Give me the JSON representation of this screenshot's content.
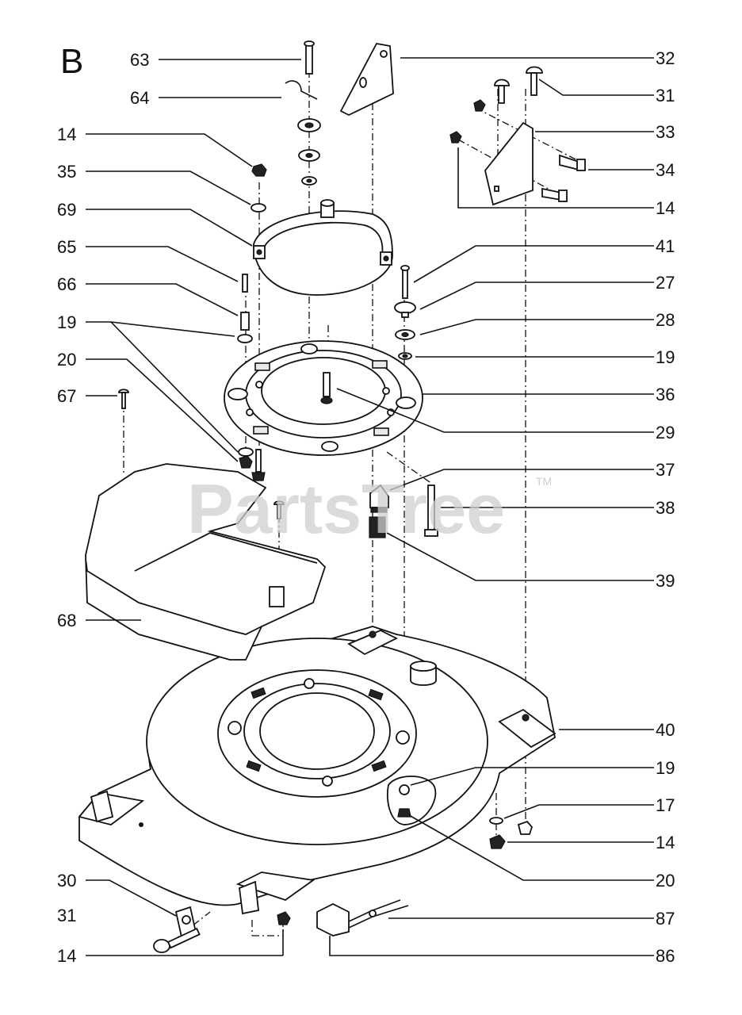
{
  "section_letter": "B",
  "watermark": {
    "text": "PartsTree",
    "trademark": "TM"
  },
  "labels_left": [
    "63",
    "64",
    "14",
    "35",
    "69",
    "65",
    "66",
    "19",
    "20",
    "67",
    "68",
    "30",
    "31",
    "14"
  ],
  "labels_right": [
    "32",
    "31",
    "33",
    "34",
    "14",
    "41",
    "27",
    "28",
    "19",
    "36",
    "29",
    "37",
    "38",
    "39",
    "40",
    "19",
    "17",
    "14",
    "20",
    "87",
    "86"
  ],
  "colors": {
    "ink": "#111111",
    "paper": "#ffffff",
    "watermark": "#cfcfcf"
  }
}
